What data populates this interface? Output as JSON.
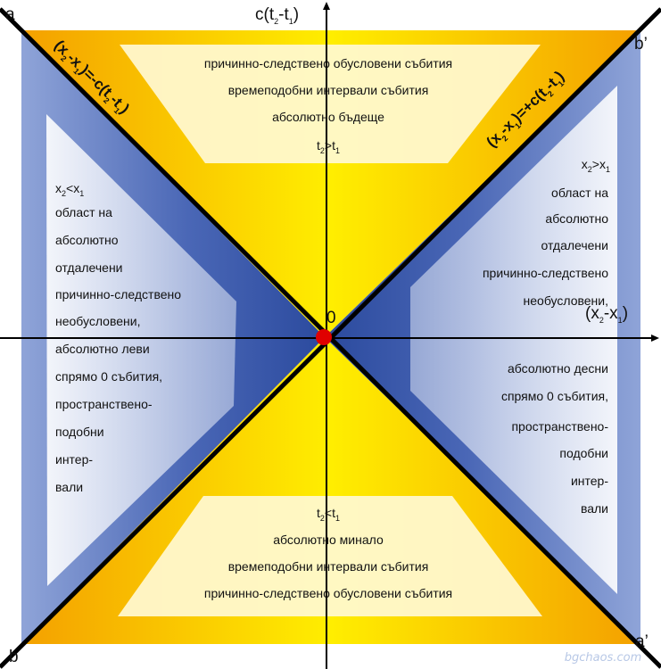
{
  "axes": {
    "vertical": [
      "c(t",
      "2",
      "-t",
      "1",
      ")"
    ],
    "horizontal": [
      "(x",
      "2",
      "-x",
      "1",
      ")"
    ],
    "origin": "0"
  },
  "corners": {
    "a": "a",
    "b_prime": "b’",
    "b": "b",
    "a_prime": "a’"
  },
  "lightcone_lines": {
    "left": [
      "(x",
      "2",
      "-x",
      "1",
      ")=-c(t",
      "2",
      "-t",
      "1",
      ")"
    ],
    "right": [
      "(x",
      "2",
      "-x",
      "1",
      ")=+c(t",
      "2",
      "-t",
      "1",
      ")"
    ]
  },
  "future": {
    "lines": [
      "причинно-следствено обусловени събития",
      "времеподобни интервали събития",
      "абсолютно бъдеще"
    ],
    "condition": [
      "t",
      "2",
      ">t",
      "1"
    ]
  },
  "past": {
    "condition": [
      "t",
      "2",
      "<t",
      "1"
    ],
    "lines": [
      "абсолютно минало",
      "времеподобни интервали събития",
      "причинно-следствено обусловени събития"
    ]
  },
  "left_zone": {
    "condition": [
      "x",
      "2",
      "<x",
      "1"
    ],
    "lines": [
      "област на",
      "абсолютно",
      "отдалечени",
      "причинно-следствено",
      "необусловени,",
      "абсолютно леви",
      "спрямо 0 събития,",
      "пространствено-",
      "подобни",
      "интер-",
      "вали"
    ]
  },
  "right_zone_upper": {
    "condition": [
      "x",
      "2",
      ">x",
      "1"
    ],
    "lines": [
      "област на",
      "абсолютно",
      "отдалечени",
      "причинно-следствено",
      "необусловени,"
    ]
  },
  "right_zone_lower": {
    "lines": [
      "абсолютно десни",
      "спрямо 0 събития,",
      "пространствено-",
      "подобни",
      "интер-",
      "вали"
    ]
  },
  "watermark": "bgchaos.com",
  "colors": {
    "gold": "#f2a800",
    "yellow": "#ffe000",
    "blue": "#3f5fae",
    "pale": "#fffbd6",
    "origin_dot": "#e00000"
  }
}
